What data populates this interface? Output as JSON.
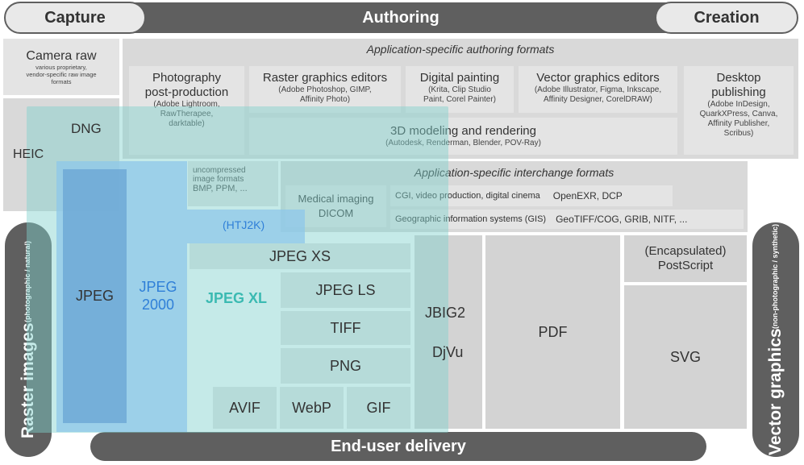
{
  "top_bar": {
    "capture": "Capture",
    "authoring": "Authoring",
    "creation": "Creation"
  },
  "bottom_bar": {
    "delivery": "End-user delivery"
  },
  "side": {
    "raster_title": "Raster images",
    "raster_sub": "(photographic / natural)",
    "vector_title": "Vector graphics",
    "vector_sub": "(non-photographic / synthetic)"
  },
  "capture": {
    "camera_raw": "Camera raw",
    "camera_raw_desc1": "various proprietary,",
    "camera_raw_desc2": "vendor-specific raw image",
    "camera_raw_desc3": "formats",
    "heic": "HEIC",
    "dng": "DNG"
  },
  "authoring": {
    "app_specific": "Application-specific authoring formats",
    "photo_title1": "Photography",
    "photo_title2": "post-production",
    "photo_desc1": "(Adobe Lightroom,",
    "photo_desc2": "RawTherapee,",
    "photo_desc3": "darktable)",
    "raster_title": "Raster graphics editors",
    "raster_desc1": "(Adobe Photoshop, GIMP,",
    "raster_desc2": "Affinity Photo)",
    "paint_title": "Digital painting",
    "paint_desc1": "(Krita, Clip Studio",
    "paint_desc2": "Paint, Corel Painter)",
    "vector_title": "Vector graphics editors",
    "vector_desc1": "(Adobe Illustrator, Figma, Inkscape,",
    "vector_desc2": "Affinity Designer, CorelDRAW)",
    "dtp_title1": "Desktop",
    "dtp_title2": "publishing",
    "dtp_desc1": "(Adobe InDesign,",
    "dtp_desc2": "QuarkXPress, Canva,",
    "dtp_desc3": "Affinity Publisher,",
    "dtp_desc4": "Scribus)",
    "model_title": "3D modeling and rendering",
    "model_desc": "(Autodesk, Renderman, Blender, POV-Ray)"
  },
  "interchange": {
    "uncompressed1": "uncompressed",
    "uncompressed2": "image formats",
    "uncompressed3": "BMP, PPM, ...",
    "title": "Application-specific interchange formats",
    "medical1": "Medical imaging",
    "medical2": "DICOM",
    "cgi_label": "CGI, video production, digital cinema",
    "cgi_formats": "OpenEXR, DCP",
    "gis_label": "Geographic information systems (GIS)",
    "gis_formats": "GeoTIFF/COG, GRIB, NITF, ..."
  },
  "formats": {
    "jpeg": "JPEG",
    "jpeg2000_1": "JPEG",
    "jpeg2000_2": "2000",
    "htj2k": "(HTJ2K)",
    "jpegxs": "JPEG XS",
    "jpegxl": "JPEG XL",
    "jpegls": "JPEG LS",
    "tiff": "TIFF",
    "png": "PNG",
    "avif": "AVIF",
    "webp": "WebP",
    "gif": "GIF",
    "jbig2": "JBIG2",
    "djvu": "DjVu",
    "pdf": "PDF",
    "postscript1": "(Encapsulated)",
    "postscript2": "PostScript",
    "svg": "SVG"
  },
  "colors": {
    "pill": "#5f5f5f",
    "teal_overlay": "#7fd1cb",
    "blue_overlay": "#8ec7ea",
    "dark_blue": "#6fa9d6",
    "jpeg2000_text": "#2f7fd8",
    "jpegxl_text": "#3bbab2",
    "htj2k_text": "#2f7fd8"
  }
}
